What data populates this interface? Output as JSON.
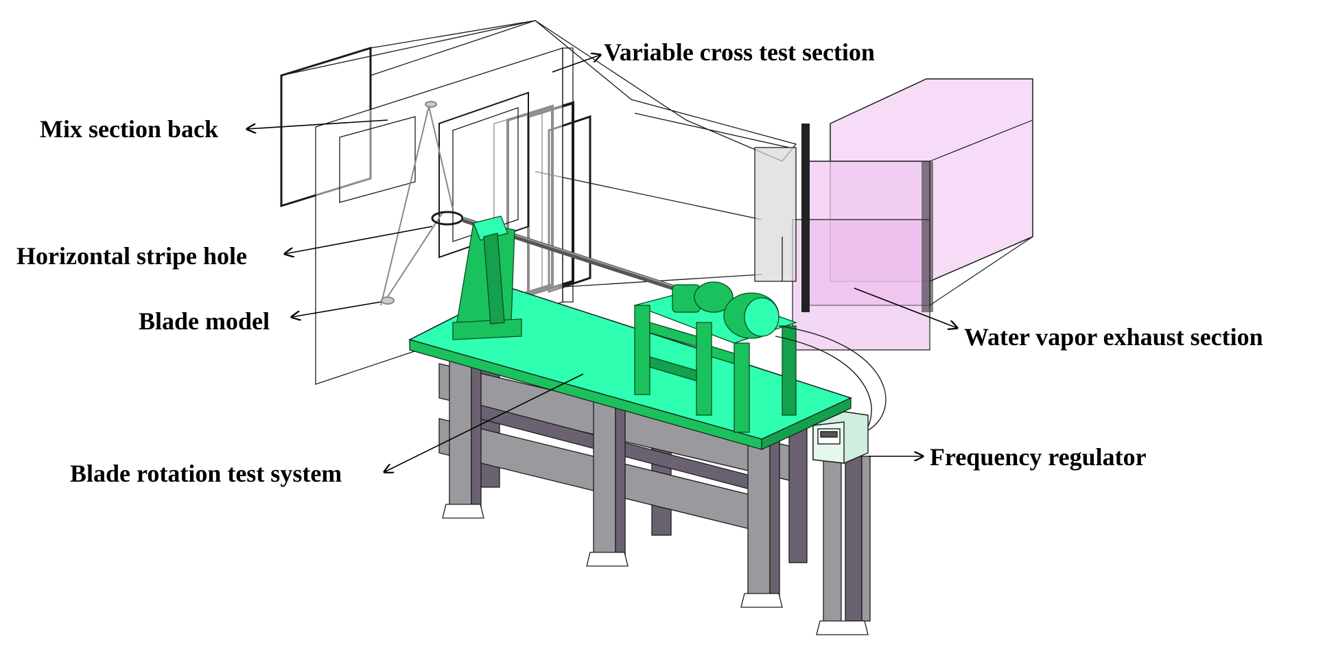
{
  "labels": {
    "variable_cross_test_section": "Variable cross test section",
    "mix_section_back": "Mix section back",
    "horizontal_stripe_hole": "Horizontal stripe hole",
    "blade_model": "Blade model",
    "water_vapor_exhaust_section": "Water vapor exhaust section",
    "blade_rotation_test_system": "Blade rotation test system",
    "frequency_regulator": "Frequency regulator"
  },
  "colors": {
    "table_top": "#2effb0",
    "machine_green": "#19c25c",
    "leg_grey": "#9a9a9e",
    "leg_dark": "#6a6270",
    "exhaust_fill": "#f0c8f0",
    "line": "#1a1a1a"
  }
}
